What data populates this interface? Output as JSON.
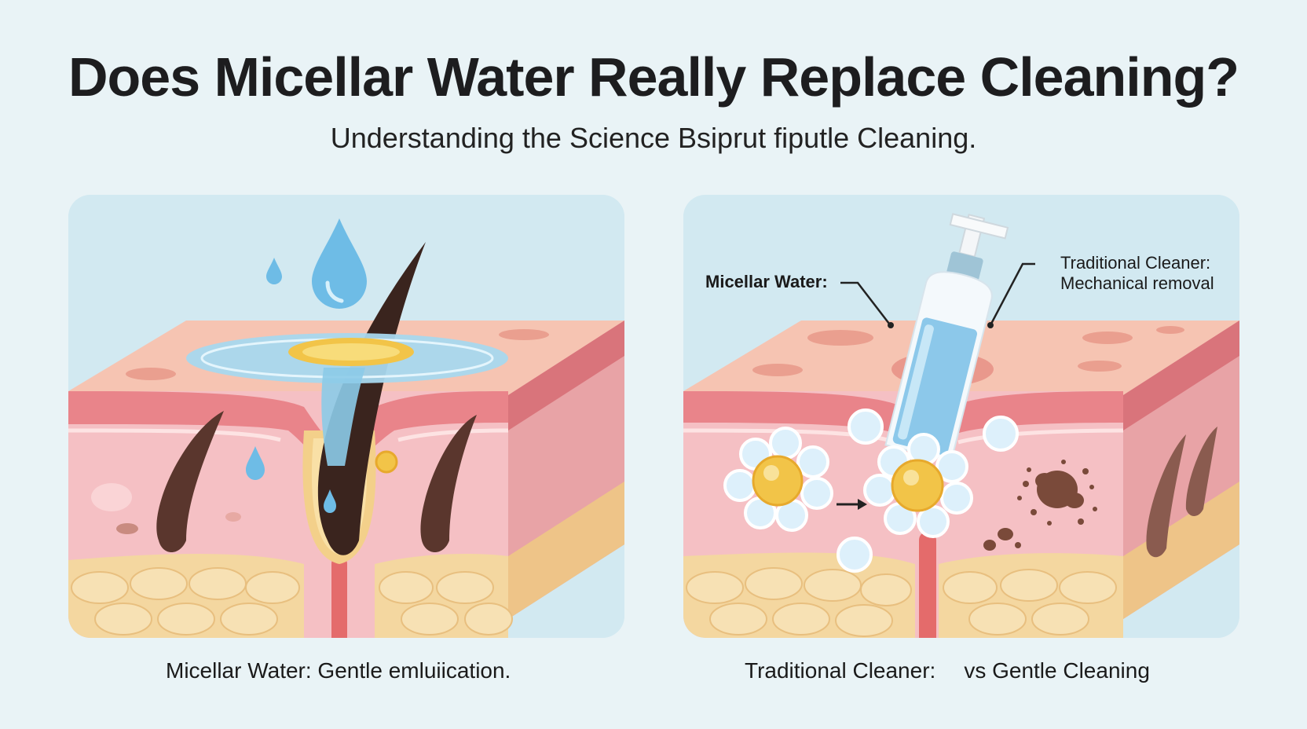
{
  "header": {
    "title": "Does Micellar Water Really Replace Cleaning?",
    "subtitle": "Understanding the Science Bsiprut fiputle Cleaning."
  },
  "left_panel": {
    "caption": "Micellar Water: Gentle emluiication."
  },
  "right_panel": {
    "label_micellar": "Micellar Water:",
    "label_traditional_line1": "Traditional Cleaner:",
    "label_traditional_line2": "Mechanical removal",
    "arrow_glyph": "→",
    "caption_part1": "Traditional Cleaner:",
    "caption_part2": "vs Gentle Cleaning"
  },
  "colors": {
    "background": "#e9f3f6",
    "panel_sky": "#d2e9f1",
    "skin_top": "#f6c4b2",
    "skin_dermis": "#f5c0c4",
    "skin_stripe": "#e9848a",
    "fat": "#f4d7a0",
    "hair": "#4a2f28",
    "water": "#7fc4e8",
    "oil": "#f2c448"
  }
}
